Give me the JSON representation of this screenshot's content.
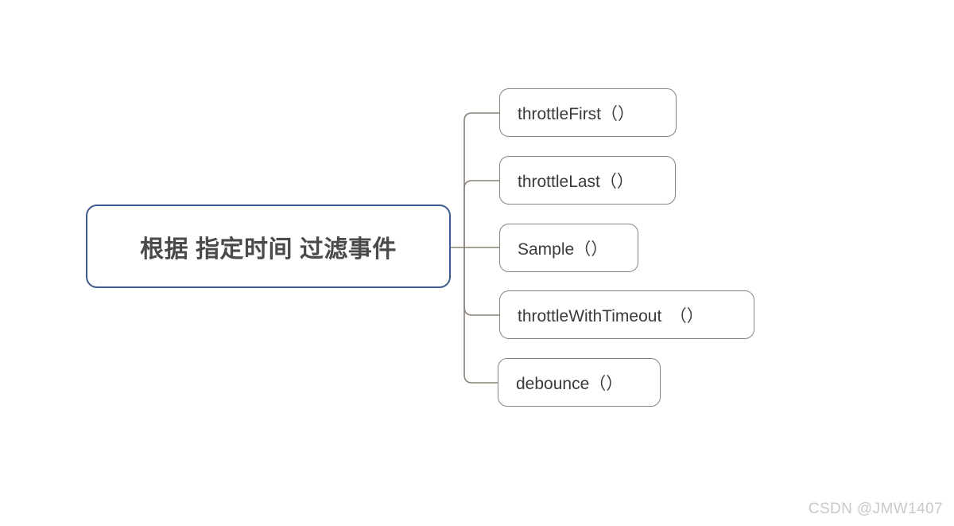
{
  "diagram": {
    "type": "mind-map",
    "orientation": "left-to-right",
    "root": {
      "label": "根据 指定时间 过滤事件",
      "border_color": "#3f5a8a",
      "text_color": "#4a4a4a"
    },
    "children": [
      {
        "label": "throttleFirst（）"
      },
      {
        "label": "throttleLast（）"
      },
      {
        "label": "Sample（）"
      },
      {
        "label": "throttleWithTimeout　（）"
      },
      {
        "label": "debounce（）"
      }
    ],
    "child_style": {
      "border_color": "#8a8278",
      "text_color": "#3a3a3a"
    },
    "connector_color": "#8a8278",
    "background_color": "#ffffff"
  },
  "watermark": {
    "text": "CSDN @JMW1407",
    "color": "#c9c9c9"
  }
}
